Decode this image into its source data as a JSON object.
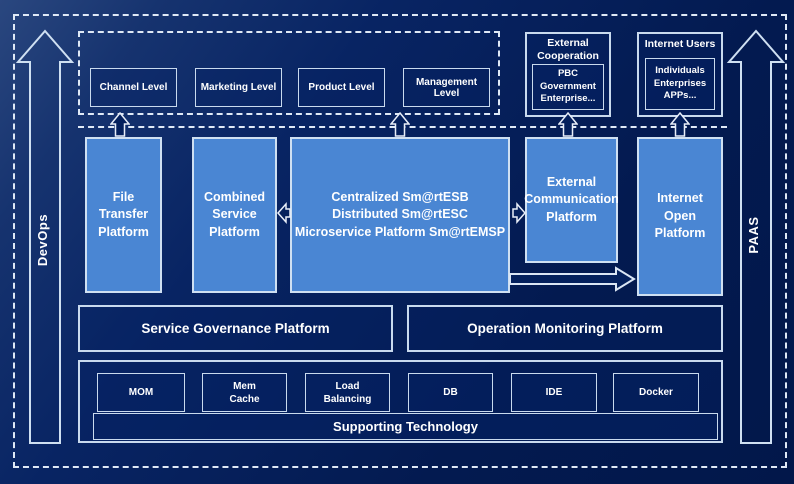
{
  "diagram": {
    "side_rails": {
      "left_label": "DevOps",
      "right_label": "PAAS"
    },
    "levels": {
      "items": [
        "Channel Level",
        "Marketing Level",
        "Product Level",
        "Management Level"
      ]
    },
    "external_cooperation": {
      "title": "External\nCooperation",
      "body": "PBC Government\nEnterprise..."
    },
    "internet_users": {
      "title": "Internet Users",
      "body": "Individuals\nEnterprises\nAPPs..."
    },
    "platforms": [
      "File\nTransfer\nPlatform",
      "Combined\nService\nPlatform",
      "Centralized Sm@rtESB\nDistributed Sm@rtESC\nMicroservice Platform Sm@rtEMSP",
      "External\nCommunication\nPlatform",
      "Internet\nOpen\nPlatform"
    ],
    "governance": {
      "left": "Service Governance Platform",
      "right": "Operation Monitoring Platform"
    },
    "supporting": {
      "label": "Supporting Technology",
      "items": [
        "MOM",
        "Mem\nCache",
        "Load\nBalancing",
        "DB",
        "IDE",
        "Docker"
      ]
    },
    "colors": {
      "background": "#041c55",
      "platform_blue": "#4a86d3",
      "box_border": "#c9daee",
      "dashed_border": "#dfe9f6",
      "text": "#ffffff"
    }
  }
}
